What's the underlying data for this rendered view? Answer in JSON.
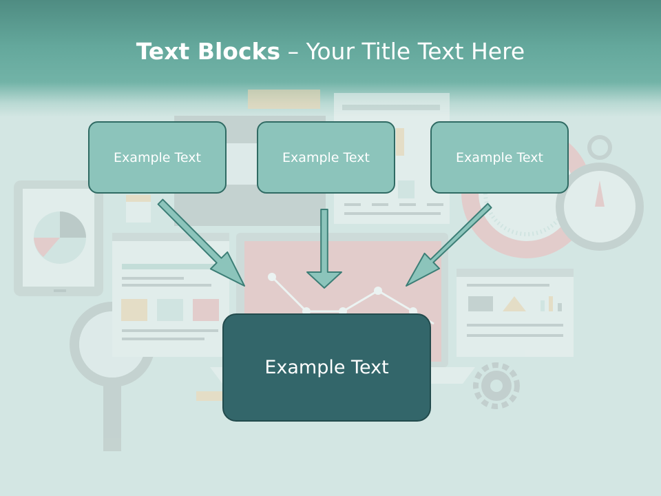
{
  "title": {
    "bold": "Text Blocks",
    "dash": " – ",
    "rest": "Your Title Text Here"
  },
  "blocks": {
    "top1": "Example Text",
    "top2": "Example Text",
    "top3": "Example Text",
    "main": "Example Text"
  }
}
